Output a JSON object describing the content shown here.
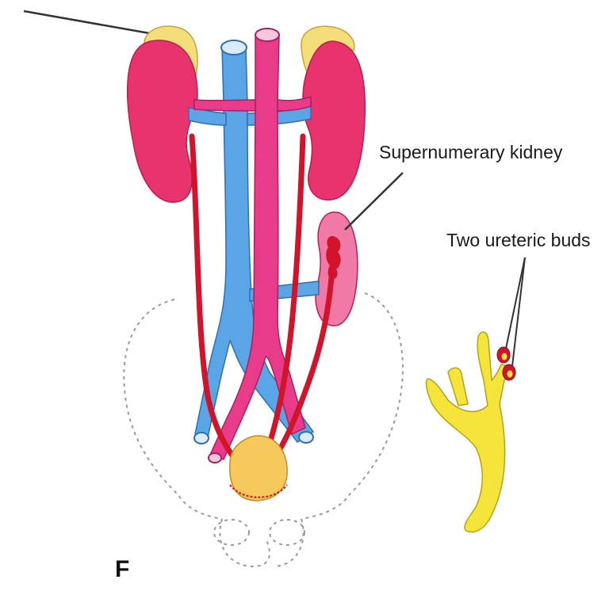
{
  "labels": {
    "supernumerary_kidney": "Supernumerary kidney",
    "two_ureteric_buds": "Two ureteric buds",
    "panel_letter": "F"
  },
  "colors": {
    "kidney": "#e8336e",
    "kidney_light": "#f07aa5",
    "adrenal": "#f4de7a",
    "vein": "#5aa5e6",
    "artery": "#e83c8a",
    "ureter": "#d2142a",
    "bladder": "#f6c95c",
    "ureteric_bud": "#f5e43a",
    "pelvis_outline": "#9a9a9a",
    "leader_line": "#333333"
  }
}
